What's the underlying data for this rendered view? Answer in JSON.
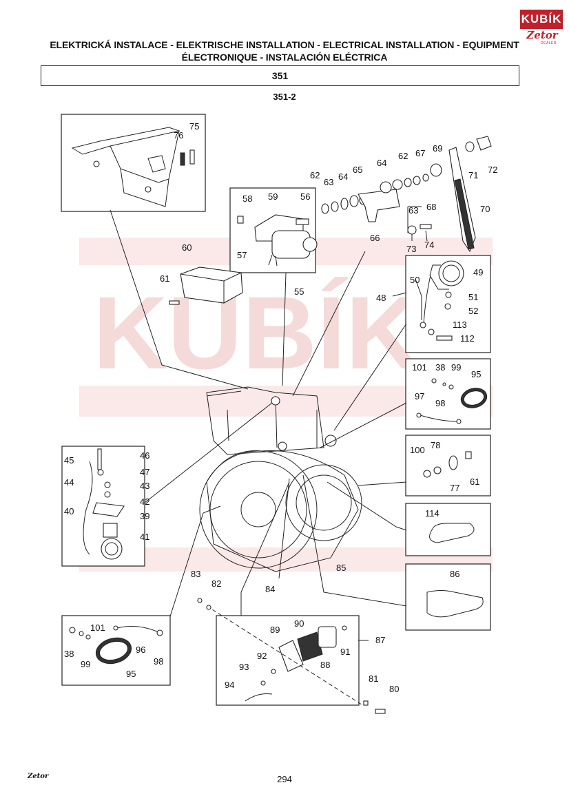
{
  "header": {
    "title_line1": "ELEKTRICKÁ INSTALACE - ELEKTRISCHE INSTALLATION - ELECTRICAL INSTALLATION - EQUIPMENT",
    "title_line2": "ÉLECTRONIQUE - INSTALACIÓN ELÉCTRICA",
    "section": "351",
    "subsection": "351-2"
  },
  "logo": {
    "top": "KUBÍK",
    "sub": "Zetor",
    "tag": "DEALER"
  },
  "watermark": "KUBÍK",
  "footer": {
    "mark": "Zetor",
    "page": "294"
  },
  "callouts": {
    "c75": "75",
    "c76": "76",
    "c72": "72",
    "c71": "71",
    "c70": "70",
    "c69": "69",
    "c67": "67",
    "c62a": "62",
    "c64a": "64",
    "c65": "65",
    "c62b": "62",
    "c63a": "63",
    "c64b": "64",
    "c63b": "63",
    "c68": "68",
    "c66": "66",
    "c73": "73",
    "c74": "74",
    "c58": "58",
    "c59": "59",
    "c56": "56",
    "c57": "57",
    "c55": "55",
    "c60": "60",
    "c61a": "61",
    "c49": "49",
    "c50": "50",
    "c48": "48",
    "c51": "51",
    "c52": "52",
    "c113": "113",
    "c112": "112",
    "c101a": "101",
    "c38a": "38",
    "c99a": "99",
    "c95a": "95",
    "c97": "97",
    "c98a": "98",
    "c100": "100",
    "c78": "78",
    "c77": "77",
    "c61b": "61",
    "c114": "114",
    "c86": "86",
    "c45": "45",
    "c46": "46",
    "c47": "47",
    "c44": "44",
    "c43": "43",
    "c42": "42",
    "c40": "40",
    "c39": "39",
    "c41": "41",
    "c83": "83",
    "c82": "82",
    "c84": "84",
    "c85": "85",
    "c101b": "101",
    "c38b": "38",
    "c99b": "99",
    "c96": "96",
    "c98b": "98",
    "c95b": "95",
    "c89": "89",
    "c90": "90",
    "c91": "91",
    "c87": "87",
    "c92": "92",
    "c93": "93",
    "c88": "88",
    "c94": "94",
    "c81": "81",
    "c80": "80"
  }
}
